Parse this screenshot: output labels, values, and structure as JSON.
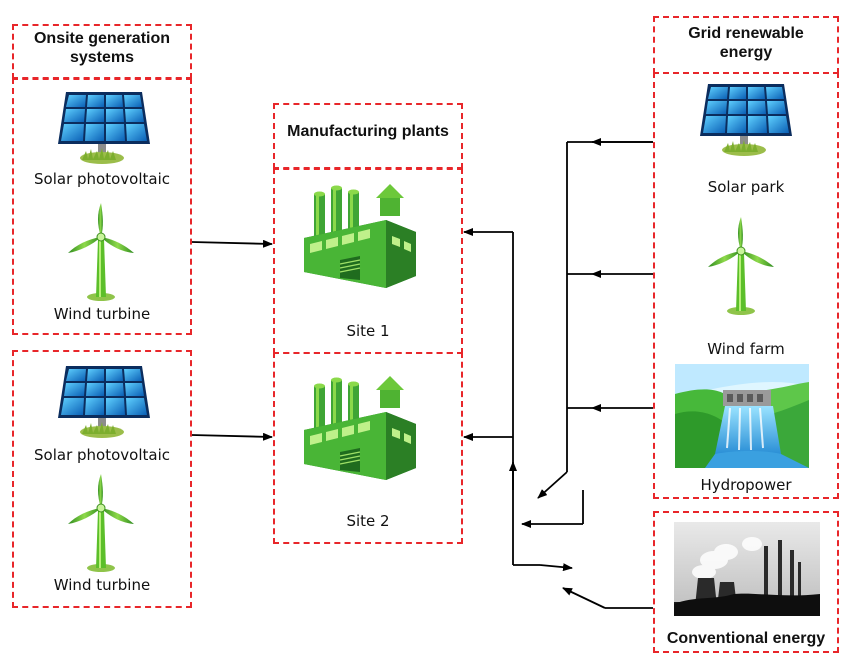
{
  "onsite": {
    "title": "Onsite generation systems",
    "group1": {
      "solar": "Solar photovoltaic",
      "wind": "Wind turbine"
    },
    "group2": {
      "solar": "Solar photovoltaic",
      "wind": "Wind turbine"
    }
  },
  "plants": {
    "title": "Manufacturing plants",
    "site1": "Site 1",
    "site2": "Site 2"
  },
  "grid": {
    "title": "Grid renewable energy",
    "solar": "Solar park",
    "wind": "Wind farm",
    "hydro": "Hydropower"
  },
  "conventional": {
    "title": "Conventional energy"
  },
  "colors": {
    "dash": "#e8262a",
    "factory": "#3fa535",
    "panel": "#1b7fd4"
  }
}
